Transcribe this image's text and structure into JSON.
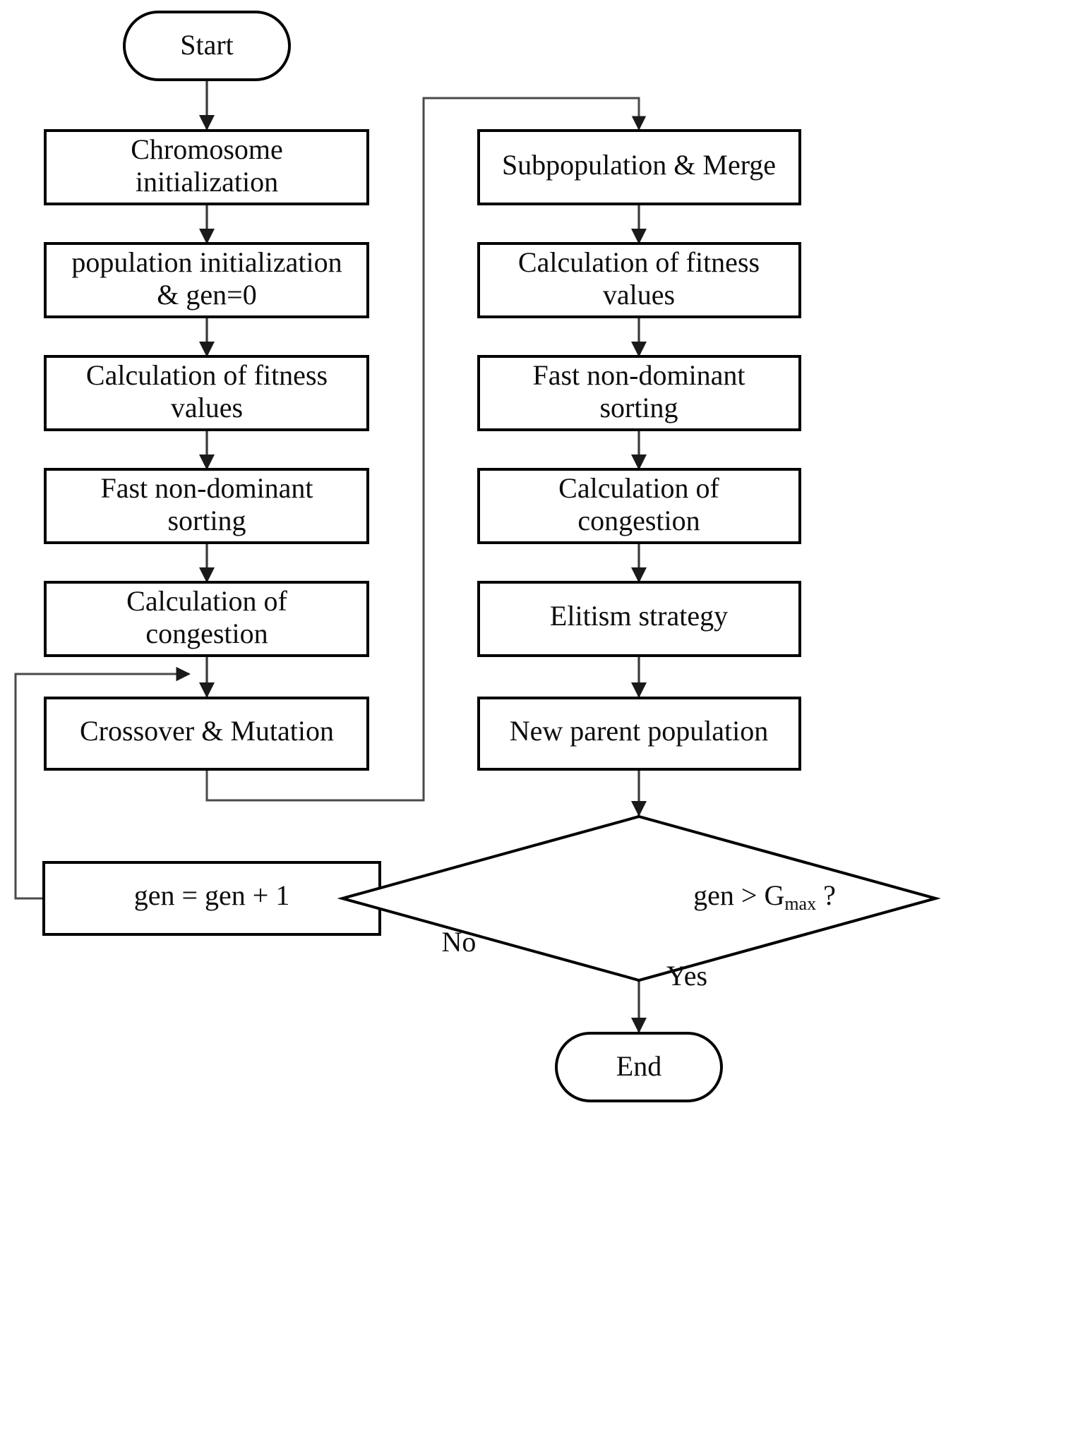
{
  "diagram": {
    "title": "NSGA-II multi-objective genetic algorithm flowchart",
    "colors": {
      "stroke": "#000000",
      "connector": "#3a3a3a",
      "fill": "#ffffff",
      "text": "#0d0d0d"
    },
    "nodes": {
      "start": {
        "label": "Start",
        "shape": "terminator"
      },
      "chromosome_init": {
        "line1": "Chromosome",
        "line2": "initialization",
        "shape": "process"
      },
      "population_init": {
        "line1": "population initialization",
        "line2": "& gen=0",
        "shape": "process"
      },
      "fitness_left": {
        "line1": "Calculation of fitness",
        "line2": "values",
        "shape": "process"
      },
      "sorting_left": {
        "line1": "Fast non-dominant",
        "line2": "sorting",
        "shape": "process"
      },
      "congestion_left": {
        "line1": "Calculation of",
        "line2": "congestion",
        "shape": "process"
      },
      "crossover": {
        "line1": "Crossover & Mutation",
        "shape": "process"
      },
      "gen_increment": {
        "line1": "gen = gen + 1",
        "shape": "process"
      },
      "subpopulation": {
        "line1": "Subpopulation  &  Merge",
        "shape": "process"
      },
      "fitness_right": {
        "line1": "Calculation of fitness",
        "line2": "values",
        "shape": "process"
      },
      "sorting_right": {
        "line1": "Fast non-dominant",
        "line2": "sorting",
        "shape": "process"
      },
      "congestion_right": {
        "line1": "Calculation of",
        "line2": "congestion",
        "shape": "process"
      },
      "elitism": {
        "line1": "Elitism strategy",
        "shape": "process"
      },
      "new_parent": {
        "line1": "New parent population",
        "shape": "process"
      },
      "decision": {
        "prefix": "gen > G",
        "subscript": "max",
        "suffix": " ?",
        "shape": "decision"
      },
      "end": {
        "label": "End",
        "shape": "terminator"
      }
    },
    "edge_labels": {
      "no": "No",
      "yes": "Yes"
    }
  }
}
